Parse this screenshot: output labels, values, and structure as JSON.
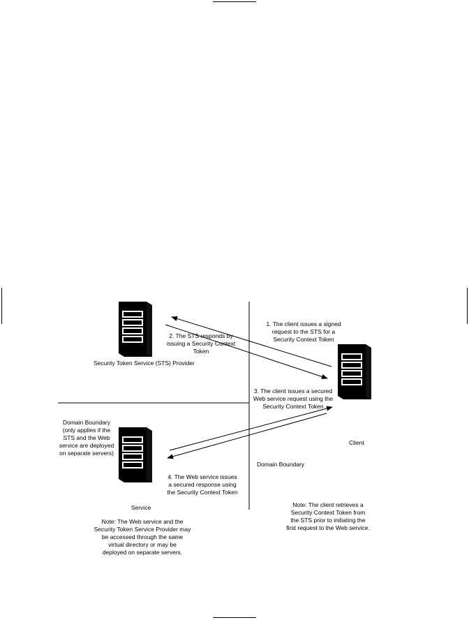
{
  "diagram": {
    "nodes": {
      "sts": {
        "label": "Security Token Service (STS) Provider",
        "icon": "server-tower-icon"
      },
      "client": {
        "label": "Client",
        "icon": "server-tower-icon"
      },
      "service": {
        "label": "Service",
        "icon": "server-tower-icon"
      }
    },
    "steps": [
      {
        "lines": [
          "1. The client issues a signed",
          "request to the STS for a",
          "Security Context Token"
        ]
      },
      {
        "lines": [
          "2. The STS responds by",
          "issuing a Security Context",
          "Token"
        ]
      },
      {
        "lines": [
          "3. The client issues a secured",
          "Web service request using the",
          "Security Context Token"
        ]
      },
      {
        "lines": [
          "4. The Web service issues",
          "a secured response using",
          "the Security Context Token"
        ]
      }
    ],
    "boundaries": {
      "left_note": [
        "Domain Boundary",
        "(only applies if the",
        "STS and the Web",
        "service are deployed",
        "on separate servers)"
      ],
      "right_label": "Domain Boundary"
    },
    "notes": {
      "service_note": [
        "Note: The Web service and the",
        "Security Token Service Provider may",
        "be accessed through the same",
        "virtual directory or may be",
        "deployed on separate servers."
      ],
      "client_note": [
        "Note: The client retrieves a",
        "Security Context Token from",
        "the STS prior to initiating the",
        "first request to the Web service."
      ]
    }
  }
}
